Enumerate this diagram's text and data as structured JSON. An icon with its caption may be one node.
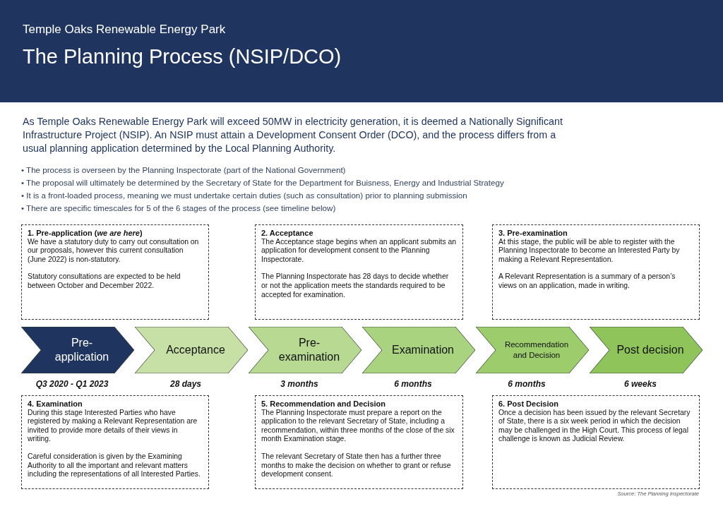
{
  "diagram": {
    "title": "The Planning Process (NSIP/DCO)",
    "nodes": [
      {
        "text": [
          "1. Pre-application (*we are here*)",
          "We have a statutory duty to carry out consultation on our proposals, however this current consultation (June 2022) is non-statutory.",
          "Statutory consultations are expected to be held between October and December 2022."
        ]
      },
      {
        "text": [
          "2. Acceptance",
          "The Acceptance stage begins when an applicant submits an application for development consent to the Planning Inspectorate.",
          "The Planning Inspectorate has 28 days to decide whether or not the application meets the standards required to be  accepted for examination."
        ]
      },
      {
        "text": [
          "3. Pre-examination",
          "At this stage, the public will be able to register with the Planning Inspectorate to become an Interested Party by making a Relevant Representation.",
          "A Relevant Representation is a summary of a person’s views on an application, made in writing."
        ]
      },
      {
        "text": [
          "Pre-application"
        ],
        "beside": [
          "Q3 2020 - Q1 2023"
        ]
      },
      {
        "text": [
          "Acceptance"
        ],
        "beside": [
          "28 days"
        ]
      },
      {
        "text": [
          "Pre-examination"
        ],
        "beside": [
          "3 months"
        ]
      },
      {
        "text": [
          "Examination"
        ],
        "beside": [
          "6 months"
        ]
      },
      {
        "text": [
          "Recommendation and Decision"
        ],
        "beside": [
          "6 months"
        ]
      },
      {
        "text": [
          "Post decision"
        ],
        "beside": [
          "6 weeks"
        ]
      },
      {
        "text": [
          "4. Examination",
          "During this stage Interested Parties who have registered by making a Relevant Representation are invited to provide more details of their views in writing.",
          "Careful consideration is given by the Examining Authority to all the important and relevant matters including the representations of all Interested Parties."
        ]
      },
      {
        "text": [
          "5. Recommendation and Decision",
          "The Planning Inspectorate must prepare a report on the application to the relevant Secretary of State, including a recommendation, within three months of the close of the six month Examination stage.",
          "The relevant Secretary of State then has a further three months to make the decision on whether to grant or refuse development consent."
        ]
      },
      {
        "text": [
          "6. Post Decision",
          "Once a decision has been issued by the relevant Secretary of State, there is a six week period in which the decision may be challenged in the High Court. This process of legal challenge is known as Judicial Review."
        ]
      }
    ],
    "labels": [
      "Temple Oaks Renewable Energy Park",
      "As Temple Oaks Renewable Energy Park will exceed 50MW in electricity generation, it is deemed a Nationally Significant Infrastructure Project (NSIP). An NSIP must attain a Development Consent Order (DCO), and the process differs from a usual planning application determined by the Local Planning Authority.",
      "• The process is overseen by the Planning Inspectorate (part of the National Government)",
      "• The proposal will ultimately be determined by the Secretary of State for the Department for Buisness, Energy and Industrial Strategy",
      "• It is a front-loaded process, meaning we must undertake certain duties (such as consultation) prior to planning submission",
      "• There are specific timescales for 5 of the 6 stages of the process (see timeline below)",
      "Source: The Planning Inspectorate"
    ]
  }
}
